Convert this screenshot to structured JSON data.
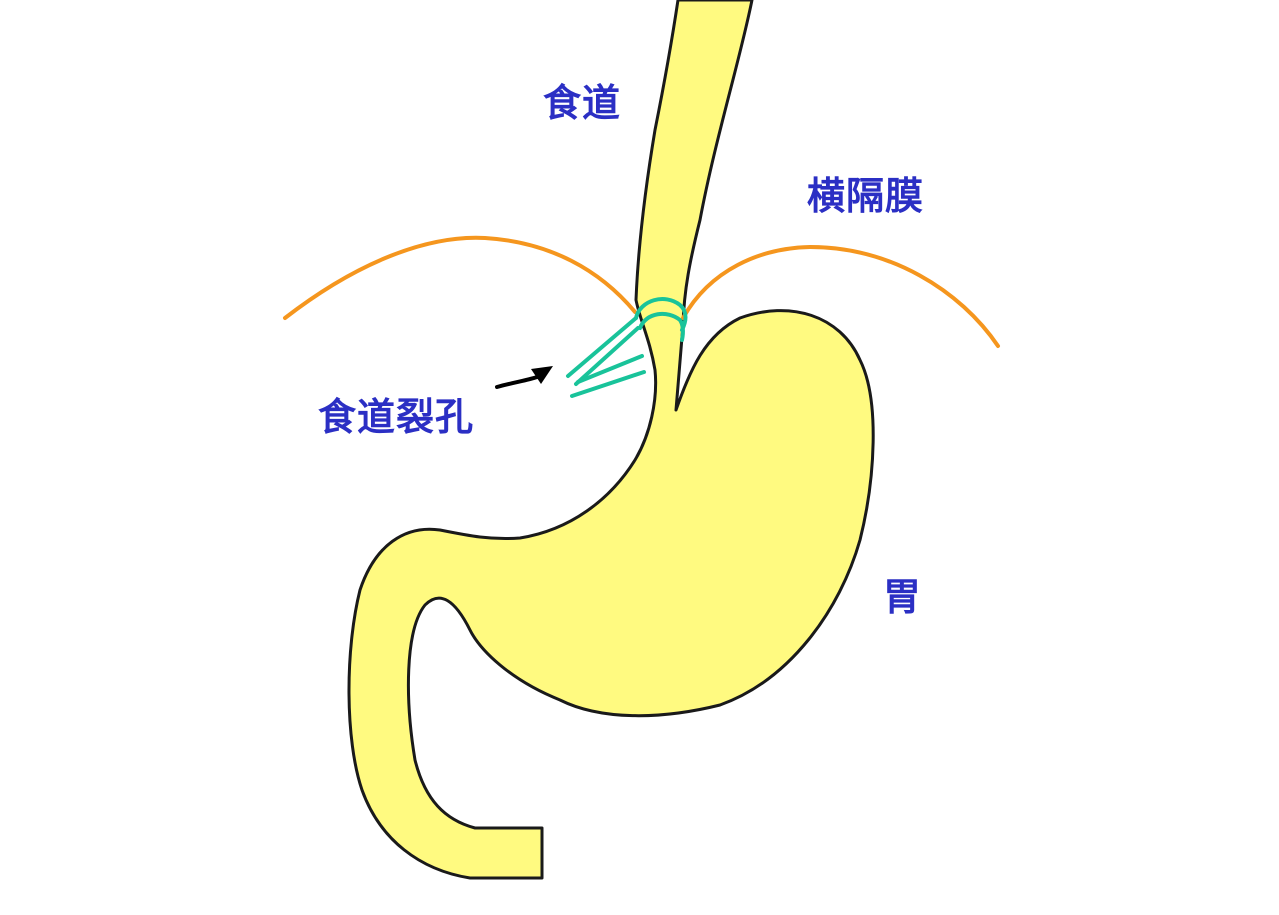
{
  "diagram": {
    "type": "anatomy",
    "labels": {
      "esophagus": "食道",
      "diaphragm": "横隔膜",
      "esophageal_hiatus": "食道裂孔",
      "stomach": "胃"
    },
    "colors": {
      "organ_fill": "#fffa80",
      "organ_outline": "#1a1a1a",
      "diaphragm_line": "#f5961e",
      "hiatus_lines": "#19c39a",
      "label_text": "#2b2fc4",
      "arrow": "#000000",
      "background": "#ffffff"
    },
    "annotations": [
      {
        "target": "esophagus",
        "text": "食道"
      },
      {
        "target": "diaphragm",
        "text": "横隔膜"
      },
      {
        "target": "esophageal_hiatus",
        "text": "食道裂孔",
        "pointer": "arrow"
      },
      {
        "target": "stomach",
        "text": "胃"
      }
    ]
  }
}
